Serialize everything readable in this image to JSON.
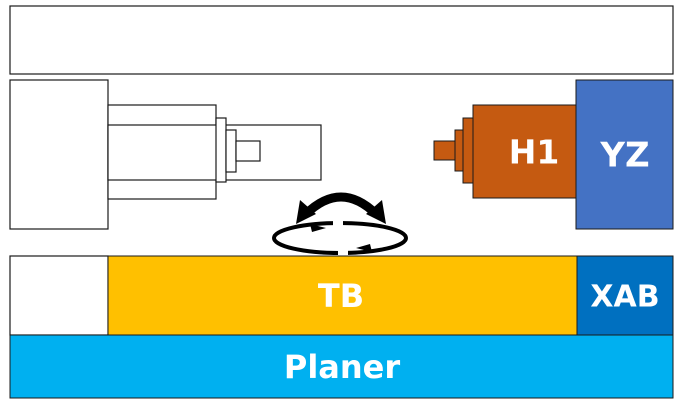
{
  "diagram": {
    "labels": {
      "head": "H1",
      "column": "YZ",
      "table": "TB",
      "rotary_axes": "XAB",
      "bed": "Planer"
    },
    "colors": {
      "outline": "#1a1a1a",
      "head": "#c55a11",
      "column": "#4472c4",
      "table": "#ffc000",
      "rotary_axes": "#0070c0",
      "bed": "#00b0f0",
      "label_text": "#ffffff",
      "arrow": "#000000"
    },
    "icons": [
      "rotation-arrows-icon"
    ]
  }
}
